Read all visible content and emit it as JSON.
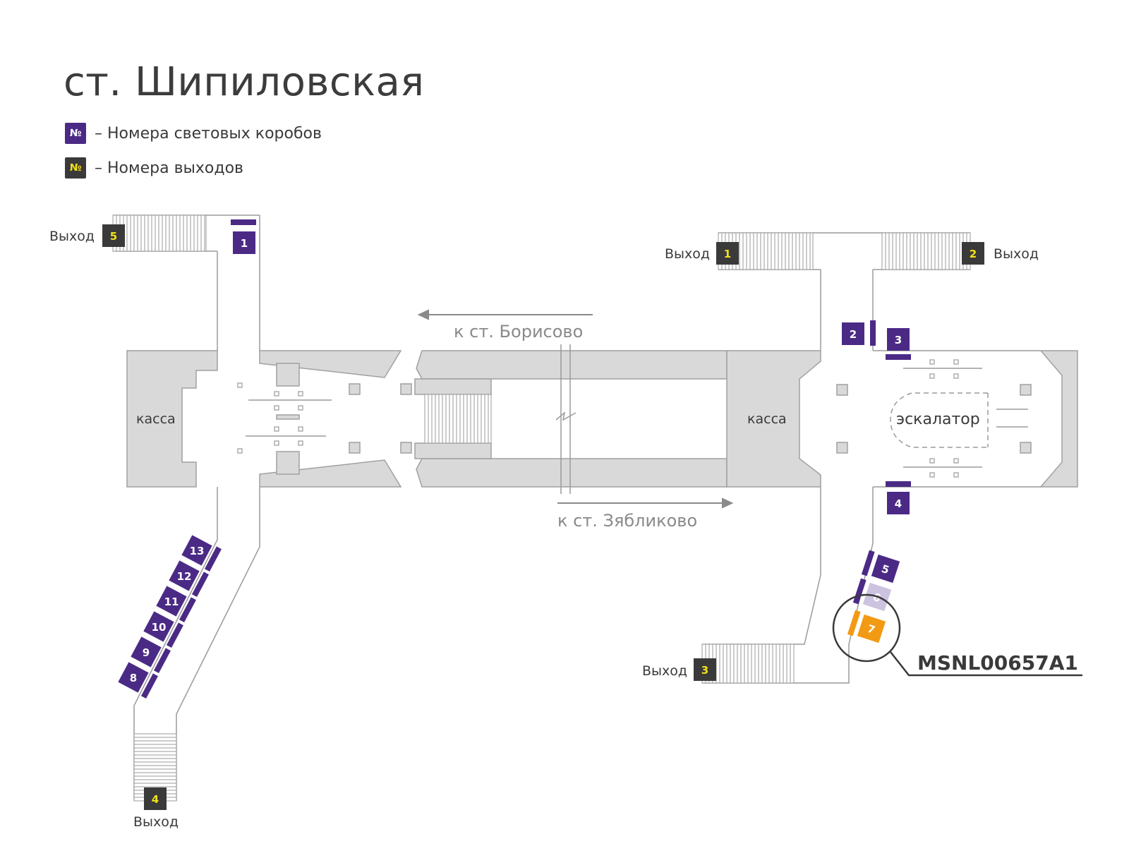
{
  "title": "ст. Шипиловская",
  "colors": {
    "lightbox": "#4b2a86",
    "lightbox_faded": "#cbc3df",
    "exit_badge": "#3a3a3a",
    "exit_number": "#f2e01a",
    "highlight": "#f29a14",
    "hall_fill": "#d9d9d9",
    "wall": "#9a9a9a",
    "text": "#3a3a3a"
  },
  "legend": {
    "lightbox": {
      "symbol": "№",
      "text": "– Номера световых коробов"
    },
    "exit": {
      "symbol": "№",
      "text": "– Номера выходов"
    }
  },
  "labels": {
    "kassa": "касса",
    "escalator": "эскалатор",
    "to_borisovo": "к ст. Борисово",
    "to_zyablikovo": "к ст. Зябликово",
    "exit_word": "Выход"
  },
  "exits": [
    {
      "number": "1",
      "label": "Выход"
    },
    {
      "number": "2",
      "label": "Выход"
    },
    {
      "number": "3",
      "label": "Выход"
    },
    {
      "number": "4",
      "label": "Выход"
    },
    {
      "number": "5",
      "label": "Выход"
    }
  ],
  "lightboxes": [
    "1",
    "2",
    "3",
    "4",
    "5",
    "6",
    "7",
    "8",
    "9",
    "10",
    "11",
    "12",
    "13"
  ],
  "highlighted_lightbox": "7",
  "highlight_code": "MSNL00657A1"
}
